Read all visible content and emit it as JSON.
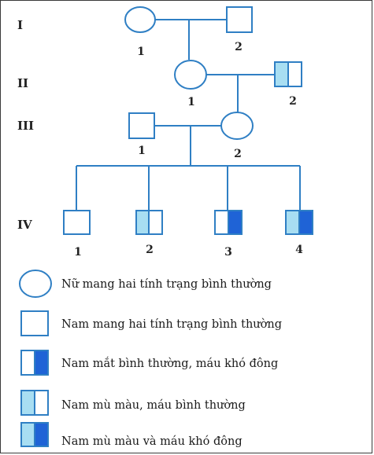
{
  "colors": {
    "line": "#2f7fc4",
    "light_blue": "#a8def2",
    "dark_blue": "#1f63d6",
    "white": "#ffffff"
  },
  "generations": {
    "g1": "I",
    "g2": "II",
    "g3": "III",
    "g4": "IV"
  },
  "individuals": {
    "i1": "1",
    "i2": "2",
    "ii1": "1",
    "ii2": "2",
    "iii1": "1",
    "iii2": "2",
    "iv1": "1",
    "iv2": "2",
    "iv3": "3",
    "iv4": "4"
  },
  "legend": {
    "female_normal": "Nữ mang hai tính trạng bình thường",
    "male_normal": "Nam mang hai tính trạng bình thường",
    "male_hemophilia": "Nam mắt bình thường, máu khó đông",
    "male_colorblind": "Nam mù màu, máu bình thường",
    "male_both": "Nam mù màu và máu khó đông"
  }
}
